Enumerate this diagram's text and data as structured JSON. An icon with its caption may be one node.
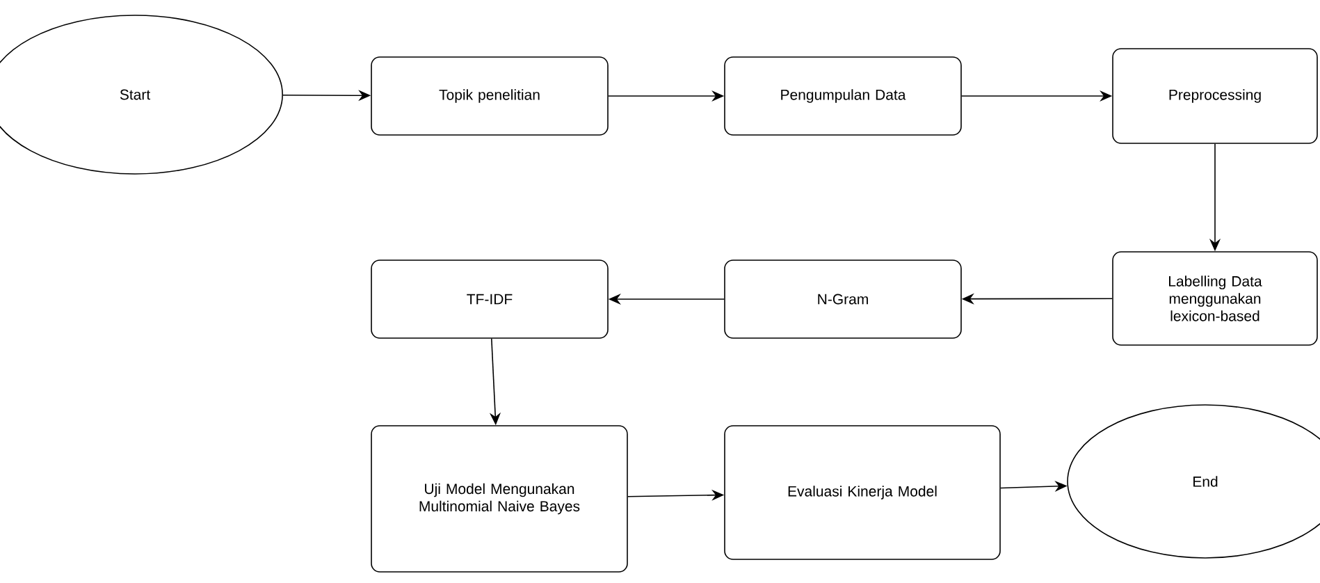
{
  "diagram": {
    "nodes": [
      {
        "text": [
          "Start"
        ]
      },
      {
        "text": [
          "Topik penelitian"
        ]
      },
      {
        "text": [
          "Pengumpulan Data"
        ]
      },
      {
        "text": [
          "Preprocessing"
        ]
      },
      {
        "text": [
          "Labelling Data menggunakan lexicon-based"
        ]
      },
      {
        "text": [
          "N-Gram"
        ]
      },
      {
        "text": [
          "TF-IDF"
        ]
      },
      {
        "text": [
          "Uji Model Mengunakan Multinomial Naive Bayes"
        ]
      },
      {
        "text": [
          "Evaluasi Kinerja Model"
        ]
      },
      {
        "text": [
          "End"
        ]
      }
    ],
    "edges": [
      {
        "from": 0,
        "to": 1,
        "arrow": "to"
      },
      {
        "from": 1,
        "to": 2,
        "arrow": "to"
      },
      {
        "from": 2,
        "to": 3,
        "arrow": "to"
      },
      {
        "from": 3,
        "to": 4,
        "arrow": "to"
      },
      {
        "from": 4,
        "to": 5,
        "arrow": "to"
      },
      {
        "from": 5,
        "to": 6,
        "arrow": "to"
      },
      {
        "from": 6,
        "to": 7,
        "arrow": "to"
      },
      {
        "from": 7,
        "to": 8,
        "arrow": "to"
      },
      {
        "from": 8,
        "to": 9,
        "arrow": "to"
      }
    ]
  }
}
